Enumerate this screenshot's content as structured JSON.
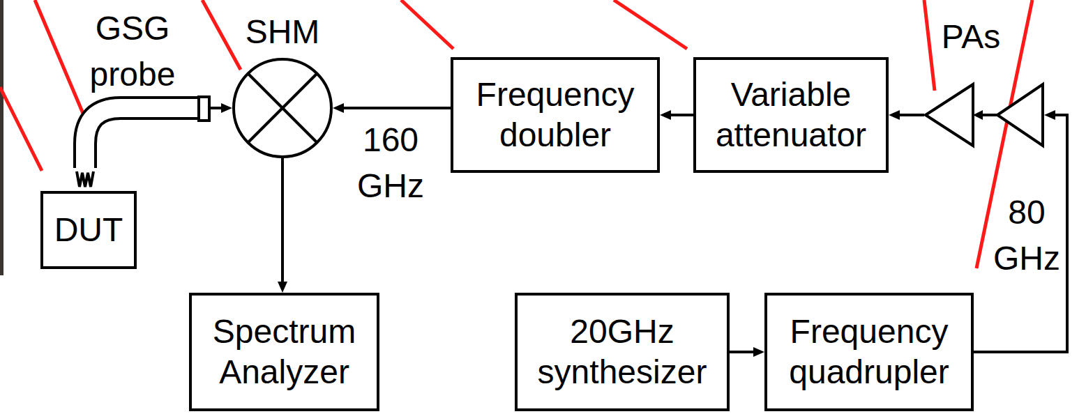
{
  "diagram": {
    "nodes": [
      {
        "text": [
          "GSG probe"
        ]
      },
      {
        "text": [
          "SHM"
        ]
      },
      {
        "text": [
          "Frequency doubler"
        ]
      },
      {
        "text": [
          "Variable attenuator"
        ]
      },
      {
        "text": [
          "PAs"
        ]
      },
      {
        "text": [
          "DUT"
        ]
      },
      {
        "text": [
          "Spectrum Analyzer"
        ]
      },
      {
        "text": [
          "20GHz synthesizer"
        ]
      },
      {
        "text": [
          "Frequency quadrupler"
        ]
      }
    ],
    "edges": [
      {
        "from": 0,
        "to": 1,
        "arrow": "to"
      },
      {
        "from": 2,
        "to": 1,
        "label": "160 GHz",
        "arrow": "to"
      },
      {
        "from": 3,
        "to": 2,
        "arrow": "to"
      },
      {
        "from": 4,
        "to": 3,
        "arrow": "to"
      },
      {
        "from": 8,
        "to": 4,
        "label": "80 GHz",
        "arrow": "to"
      },
      {
        "from": 7,
        "to": 8,
        "arrow": "to"
      },
      {
        "from": 1,
        "to": 6,
        "arrow": "to"
      }
    ]
  }
}
